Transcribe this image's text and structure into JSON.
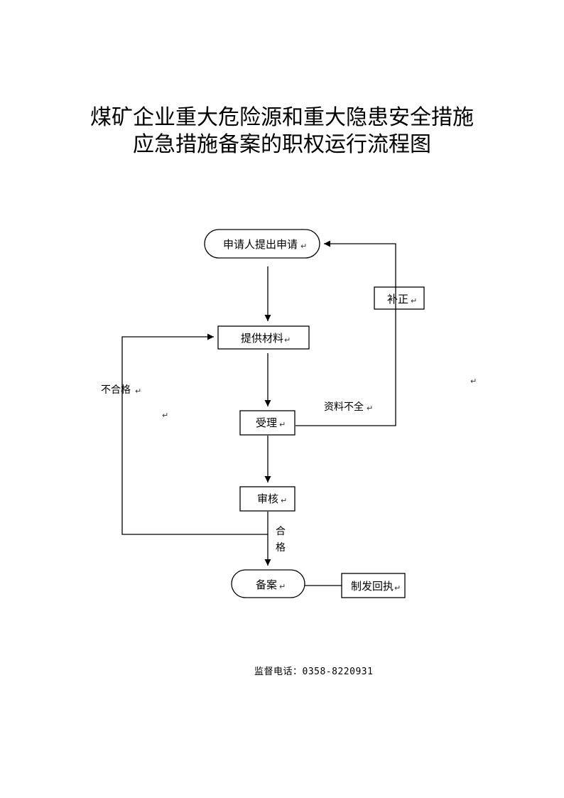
{
  "document": {
    "title_line1": "煤矿企业重大危险源和重大隐患安全措施",
    "title_line2": "应急措施备案的职权运行流程图",
    "phone": "监督电话：0358-8220931"
  },
  "flowchart": {
    "nodes": {
      "apply": "申请人提出申请",
      "correct": "补正",
      "materials": "提供材料",
      "accept": "受理",
      "review": "审核",
      "record": "备案",
      "receipt": "制发回执"
    },
    "edge_labels": {
      "fail": "不合格",
      "incomplete": "资料不全",
      "pass_1": "合",
      "pass_2": "格"
    },
    "return_mark": "↵"
  }
}
